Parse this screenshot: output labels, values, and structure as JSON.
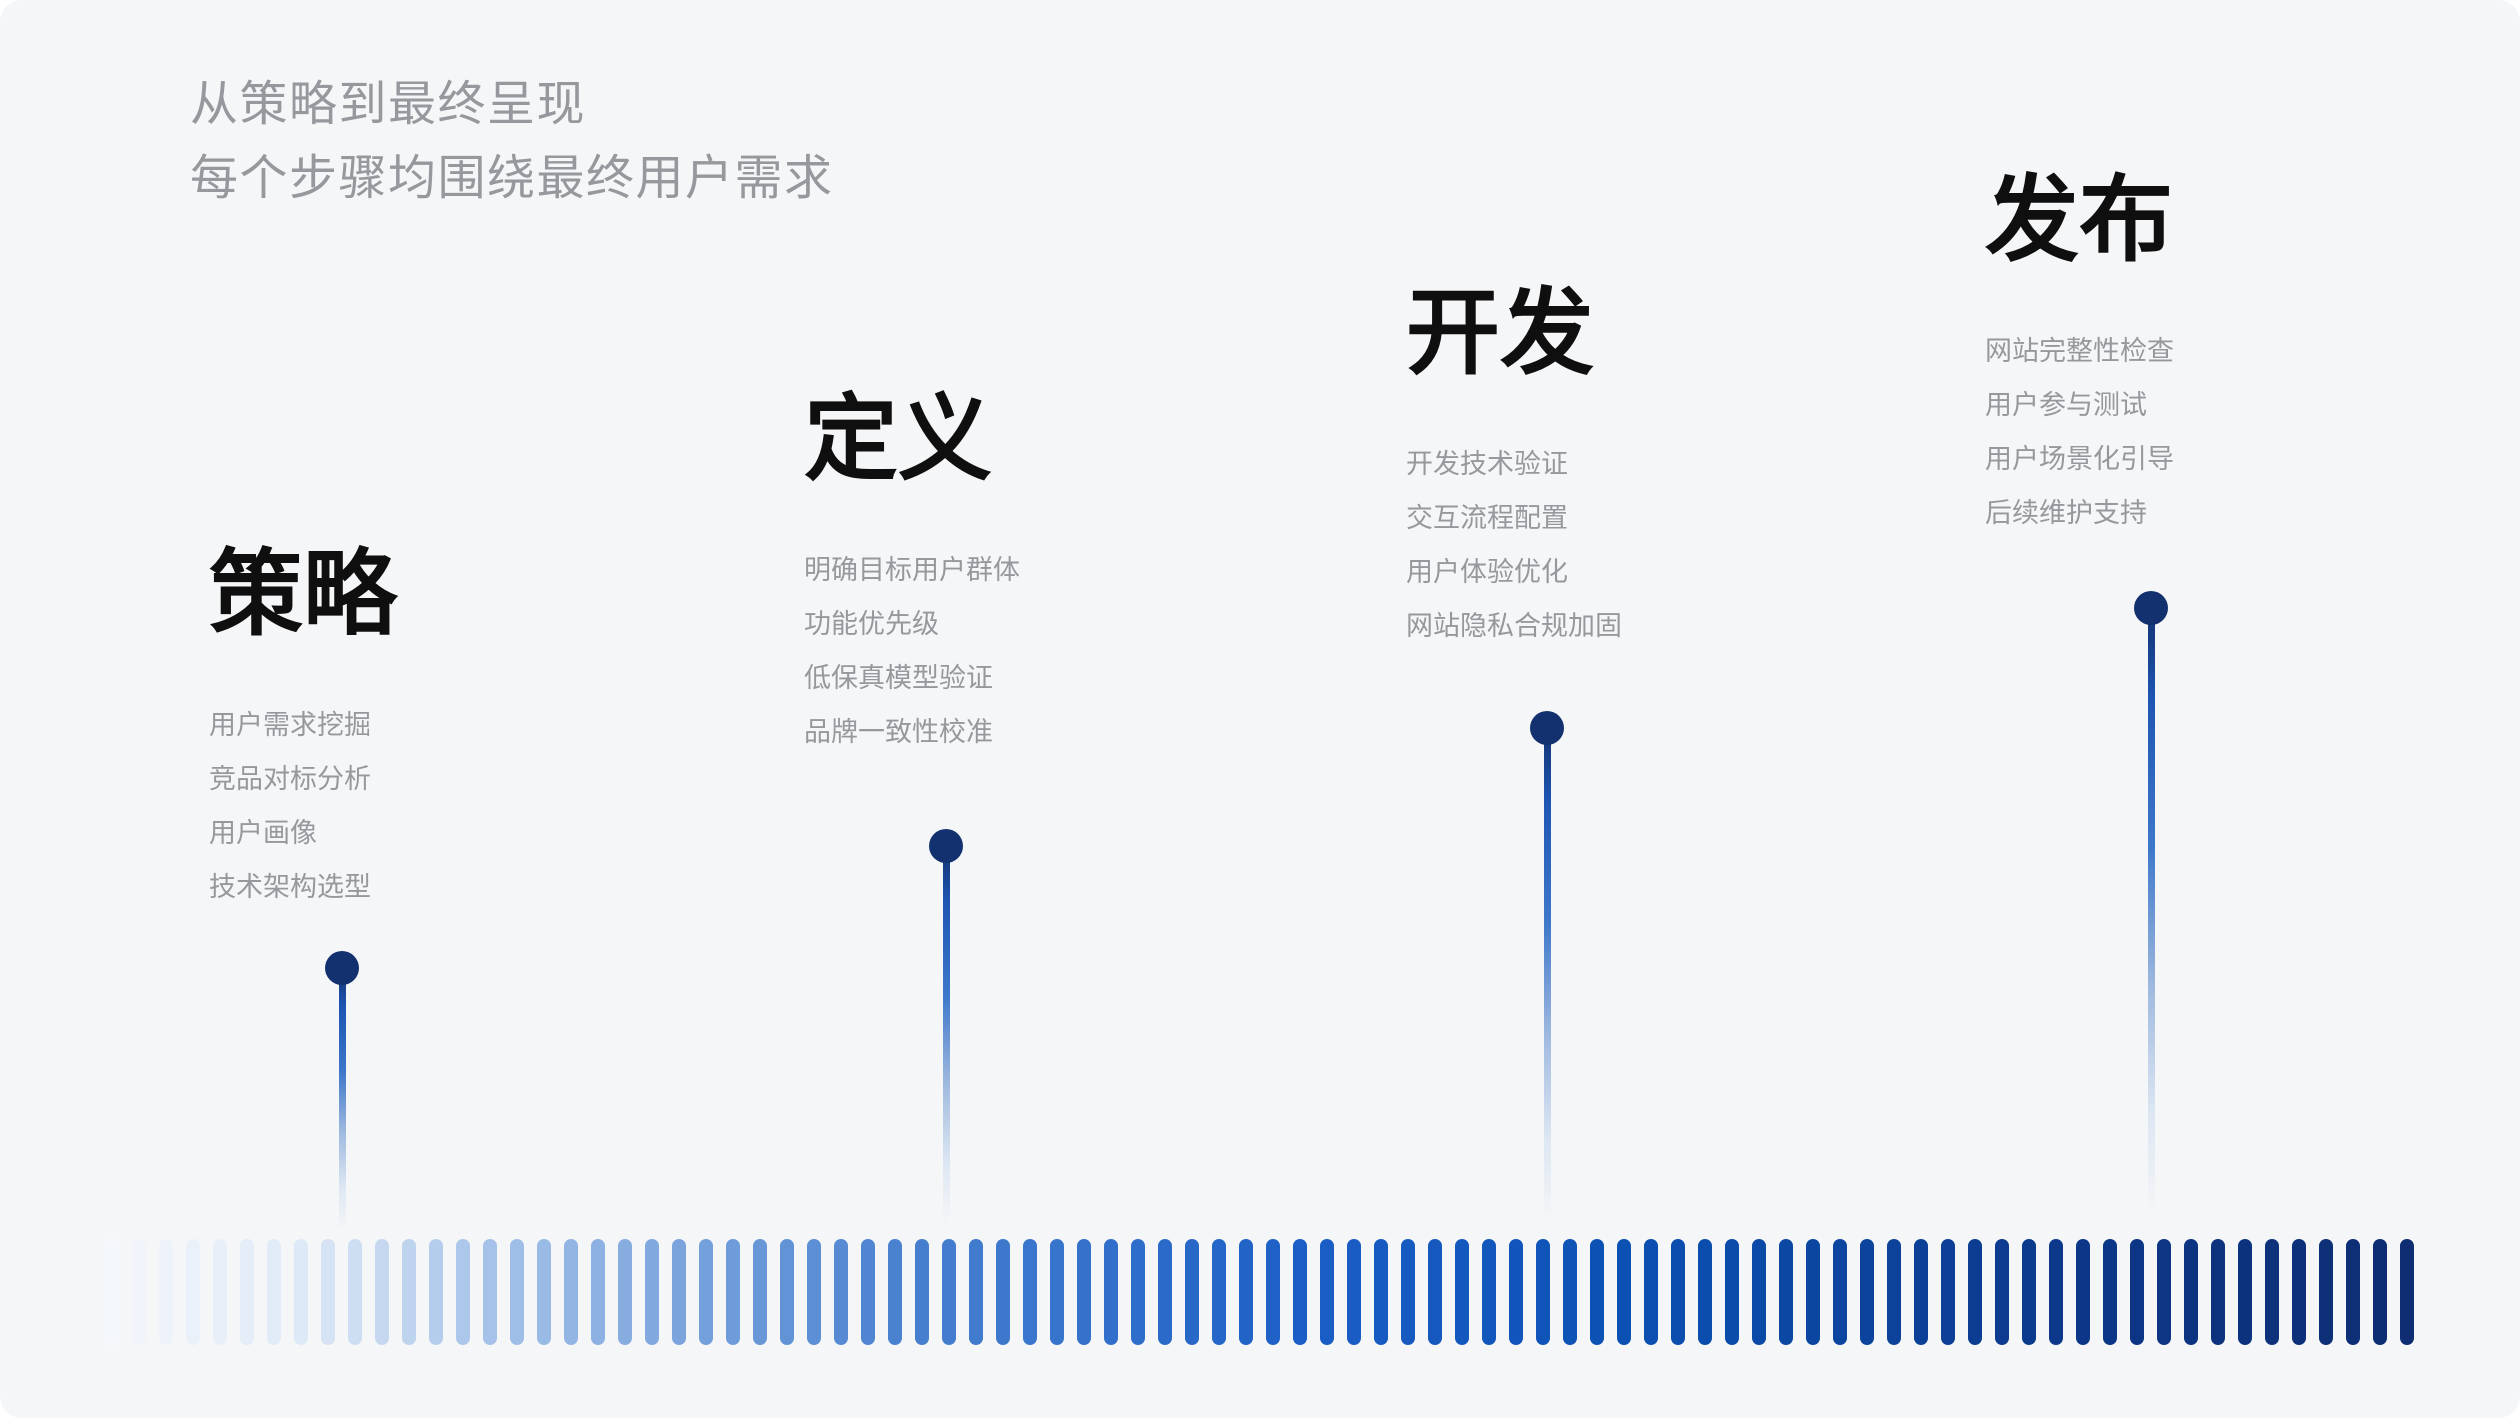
{
  "header": {
    "line1": "从策略到最终呈现",
    "line2": "每个步骤均围绕最终用户需求"
  },
  "stages": [
    {
      "title": "策略",
      "items": [
        "用户需求挖掘",
        "竞品对标分析",
        "用户画像",
        "技术架构选型"
      ]
    },
    {
      "title": "定义",
      "items": [
        "明确目标用户群体",
        "功能优先级",
        "低保真模型验证",
        "品牌一致性校准"
      ]
    },
    {
      "title": "开发",
      "items": [
        "开发技术验证",
        "交互流程配置",
        "用户体验优化",
        "网站隐私合规加固"
      ]
    },
    {
      "title": "发布",
      "items": [
        "网站完整性检查",
        "用户参与测试",
        "用户场景化引导",
        "后续维护支持"
      ]
    }
  ],
  "timeline": {
    "bar_count": 86,
    "gradient_stops": [
      [
        0.0,
        "#f4f7fc"
      ],
      [
        0.08,
        "#e0eaf7"
      ],
      [
        0.16,
        "#a8c4e9"
      ],
      [
        0.34,
        "#4a82d0"
      ],
      [
        0.52,
        "#1b5ec6"
      ],
      [
        0.66,
        "#0b51b3"
      ],
      [
        0.85,
        "#0c388a"
      ],
      [
        1.0,
        "#0e2d72"
      ]
    ],
    "dot_color": "#12316e"
  },
  "colors": {
    "background": "#f5f6f7",
    "heading": "#0f0f10",
    "muted_text": "#97989d"
  }
}
